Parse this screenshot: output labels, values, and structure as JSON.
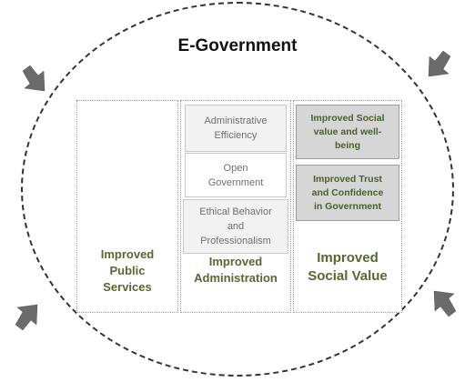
{
  "title": "E-Government",
  "columns": {
    "public_services": {
      "label": "Improved\nPublic\nServices"
    },
    "administration": {
      "label": "Improved\nAdministration",
      "items": [
        "Administrative\nEfficiency",
        "Open\nGovernment",
        "Ethical Behavior\nand\nProfessionalism"
      ]
    },
    "social_value": {
      "label": "Improved\nSocial Value",
      "items": [
        "Improved Social\nvalue and well-\nbeing",
        "Improved Trust\nand Confidence\nin Government"
      ]
    }
  },
  "colors": {
    "heading_text": "#54692f",
    "arrow_fill": "#6b6b6b",
    "inner_box": "#f2f2f2",
    "green_box": "#d6d6d6"
  },
  "arrows": [
    "top-left-arrow",
    "top-right-arrow",
    "bottom-left-arrow",
    "bottom-right-arrow"
  ]
}
